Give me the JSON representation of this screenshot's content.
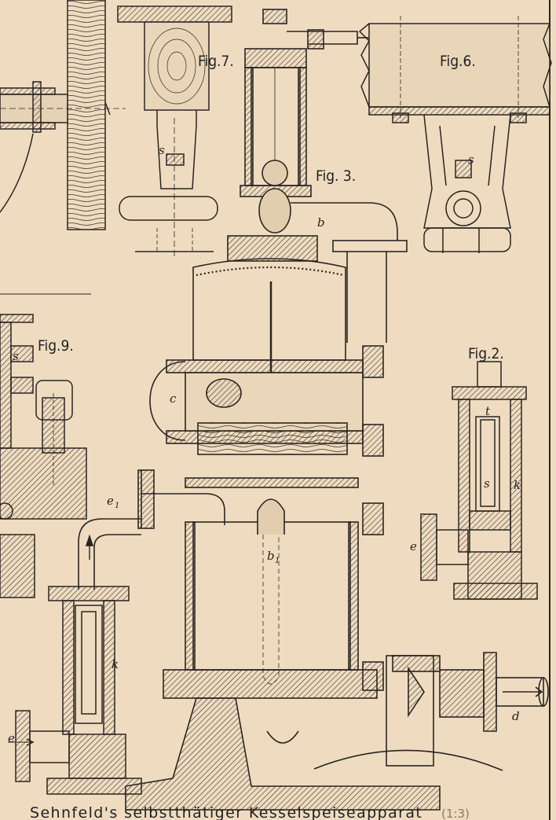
{
  "figures": {
    "fig7": "Fig.7.",
    "fig6": "Fig.6.",
    "fig3": "Fig. 3.",
    "fig9": "Fig.9.",
    "fig2": "Fig.2."
  },
  "letters": {
    "s_fig7": "s",
    "s_fig6": "s",
    "b": "b",
    "s_fig9": "s",
    "c": "c",
    "t": "t",
    "s_fig2": "s",
    "k_fig2": "k",
    "e_fig2": "e",
    "e1": "e",
    "e1_sub": "1",
    "b1": "b",
    "b1_sub": "1",
    "k_lower": "k",
    "d": "d",
    "e_lower": "e"
  },
  "caption": {
    "text": "Sehnfeld's selbstthätiger Kesselspeiseapparat",
    "scale": "(1:3)"
  },
  "colors": {
    "paper": "#efdcc0",
    "ink": "#2a2522",
    "hatch": "#5a4f47"
  }
}
